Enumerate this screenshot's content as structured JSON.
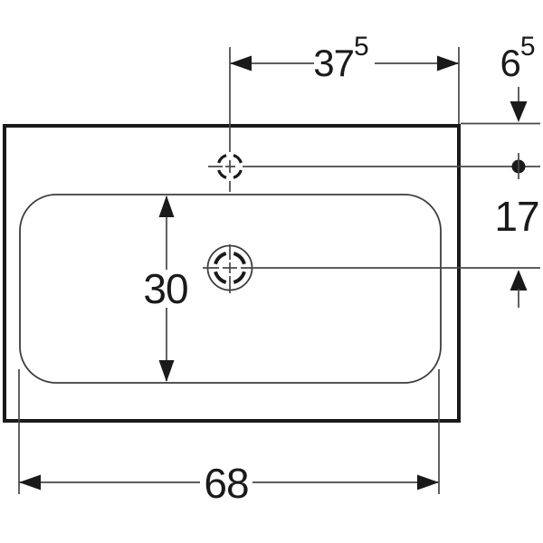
{
  "drawing": {
    "background": "#ffffff",
    "colors": {
      "outline_thick": "#1a1a1a",
      "line_thin": "#474747",
      "text": "#1a1a1a"
    },
    "symbols": {
      "tap_hole_icon": "crosshair-tap-hole-icon",
      "drain_icon": "crosshair-drain-icon"
    },
    "dimensions": {
      "tap_to_right_edge": {
        "main": "37",
        "sup": "5"
      },
      "edge_to_tap": {
        "main": "6",
        "sup": "5"
      },
      "tap_to_drain": {
        "main": "17"
      },
      "bowl_depth": {
        "main": "30"
      },
      "bowl_width": {
        "main": "68"
      }
    }
  }
}
